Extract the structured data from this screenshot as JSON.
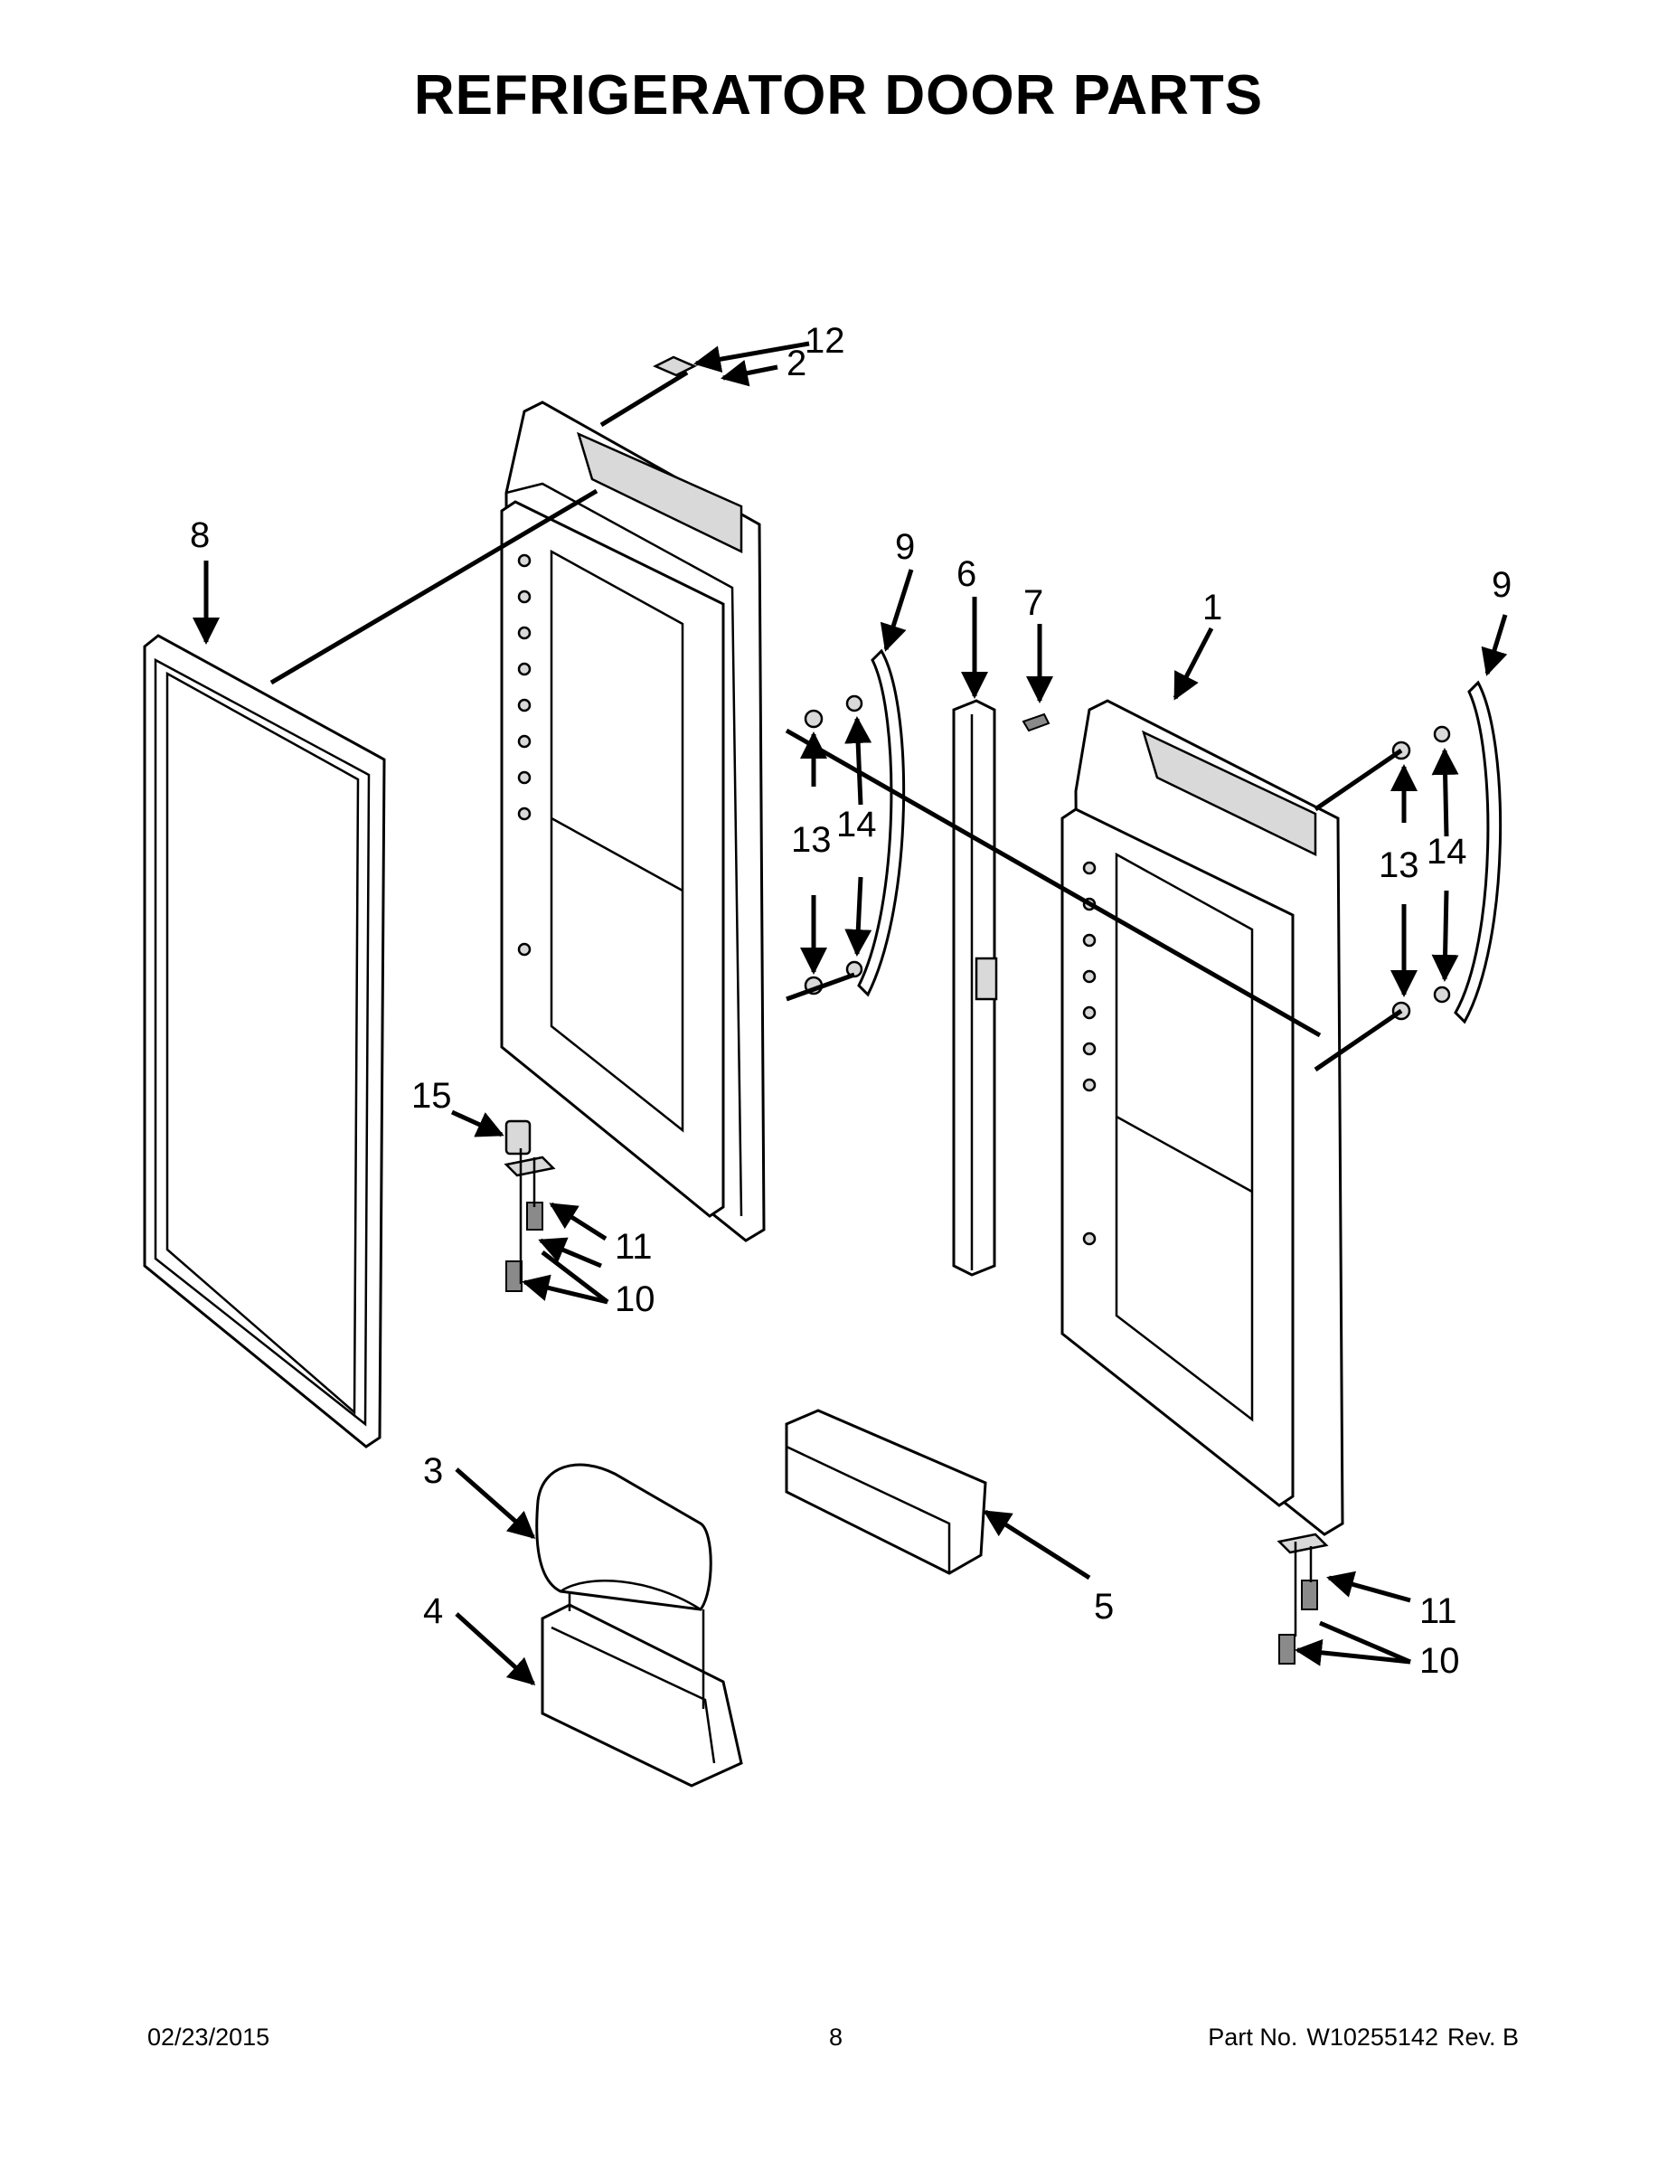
{
  "title": "REFRIGERATOR DOOR PARTS",
  "callouts": {
    "c1": "1",
    "c2": "2",
    "c3": "3",
    "c4": "4",
    "c5": "5",
    "c6": "6",
    "c7": "7",
    "c8": "8",
    "c9a": "9",
    "c9b": "9",
    "c10a": "10",
    "c10b": "10",
    "c11a": "11",
    "c11b": "11",
    "c12": "12",
    "c13a": "13",
    "c13b": "13",
    "c14a": "14",
    "c14b": "14",
    "c15": "15"
  },
  "footer": {
    "date": "02/23/2015",
    "page": "8",
    "part_label": "Part No.",
    "part_number": "W10255142",
    "revision": "Rev.  B"
  }
}
